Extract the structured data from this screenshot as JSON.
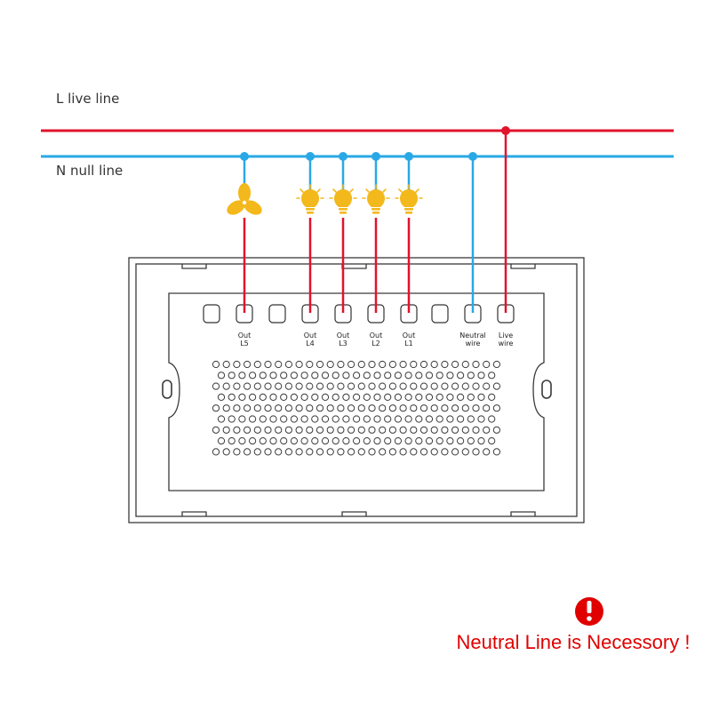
{
  "lines": {
    "live_label": "L live line",
    "null_label": "N null line"
  },
  "terminals": [
    {
      "name": "out-l5",
      "label": "Out\nL5"
    },
    {
      "name": "out-l4",
      "label": "Out\nL4"
    },
    {
      "name": "out-l3",
      "label": "Out\nL3"
    },
    {
      "name": "out-l2",
      "label": "Out\nL2"
    },
    {
      "name": "out-l1",
      "label": "Out\nL1"
    },
    {
      "name": "neutral",
      "label": "Neutral\nwire"
    },
    {
      "name": "live",
      "label": "Live\nwire"
    }
  ],
  "loads": [
    {
      "terminal": "out-l5",
      "icon": "fan-icon"
    },
    {
      "terminal": "out-l4",
      "icon": "bulb-icon"
    },
    {
      "terminal": "out-l3",
      "icon": "bulb-icon"
    },
    {
      "terminal": "out-l2",
      "icon": "bulb-icon"
    },
    {
      "terminal": "out-l1",
      "icon": "bulb-icon"
    }
  ],
  "warning": {
    "icon": "exclamation-icon",
    "text": "Neutral Line is Necessory !"
  },
  "colors": {
    "live": "#e0142c",
    "neutral": "#2aa8e6",
    "load": "#f3b81c",
    "warning": "#e00000"
  }
}
